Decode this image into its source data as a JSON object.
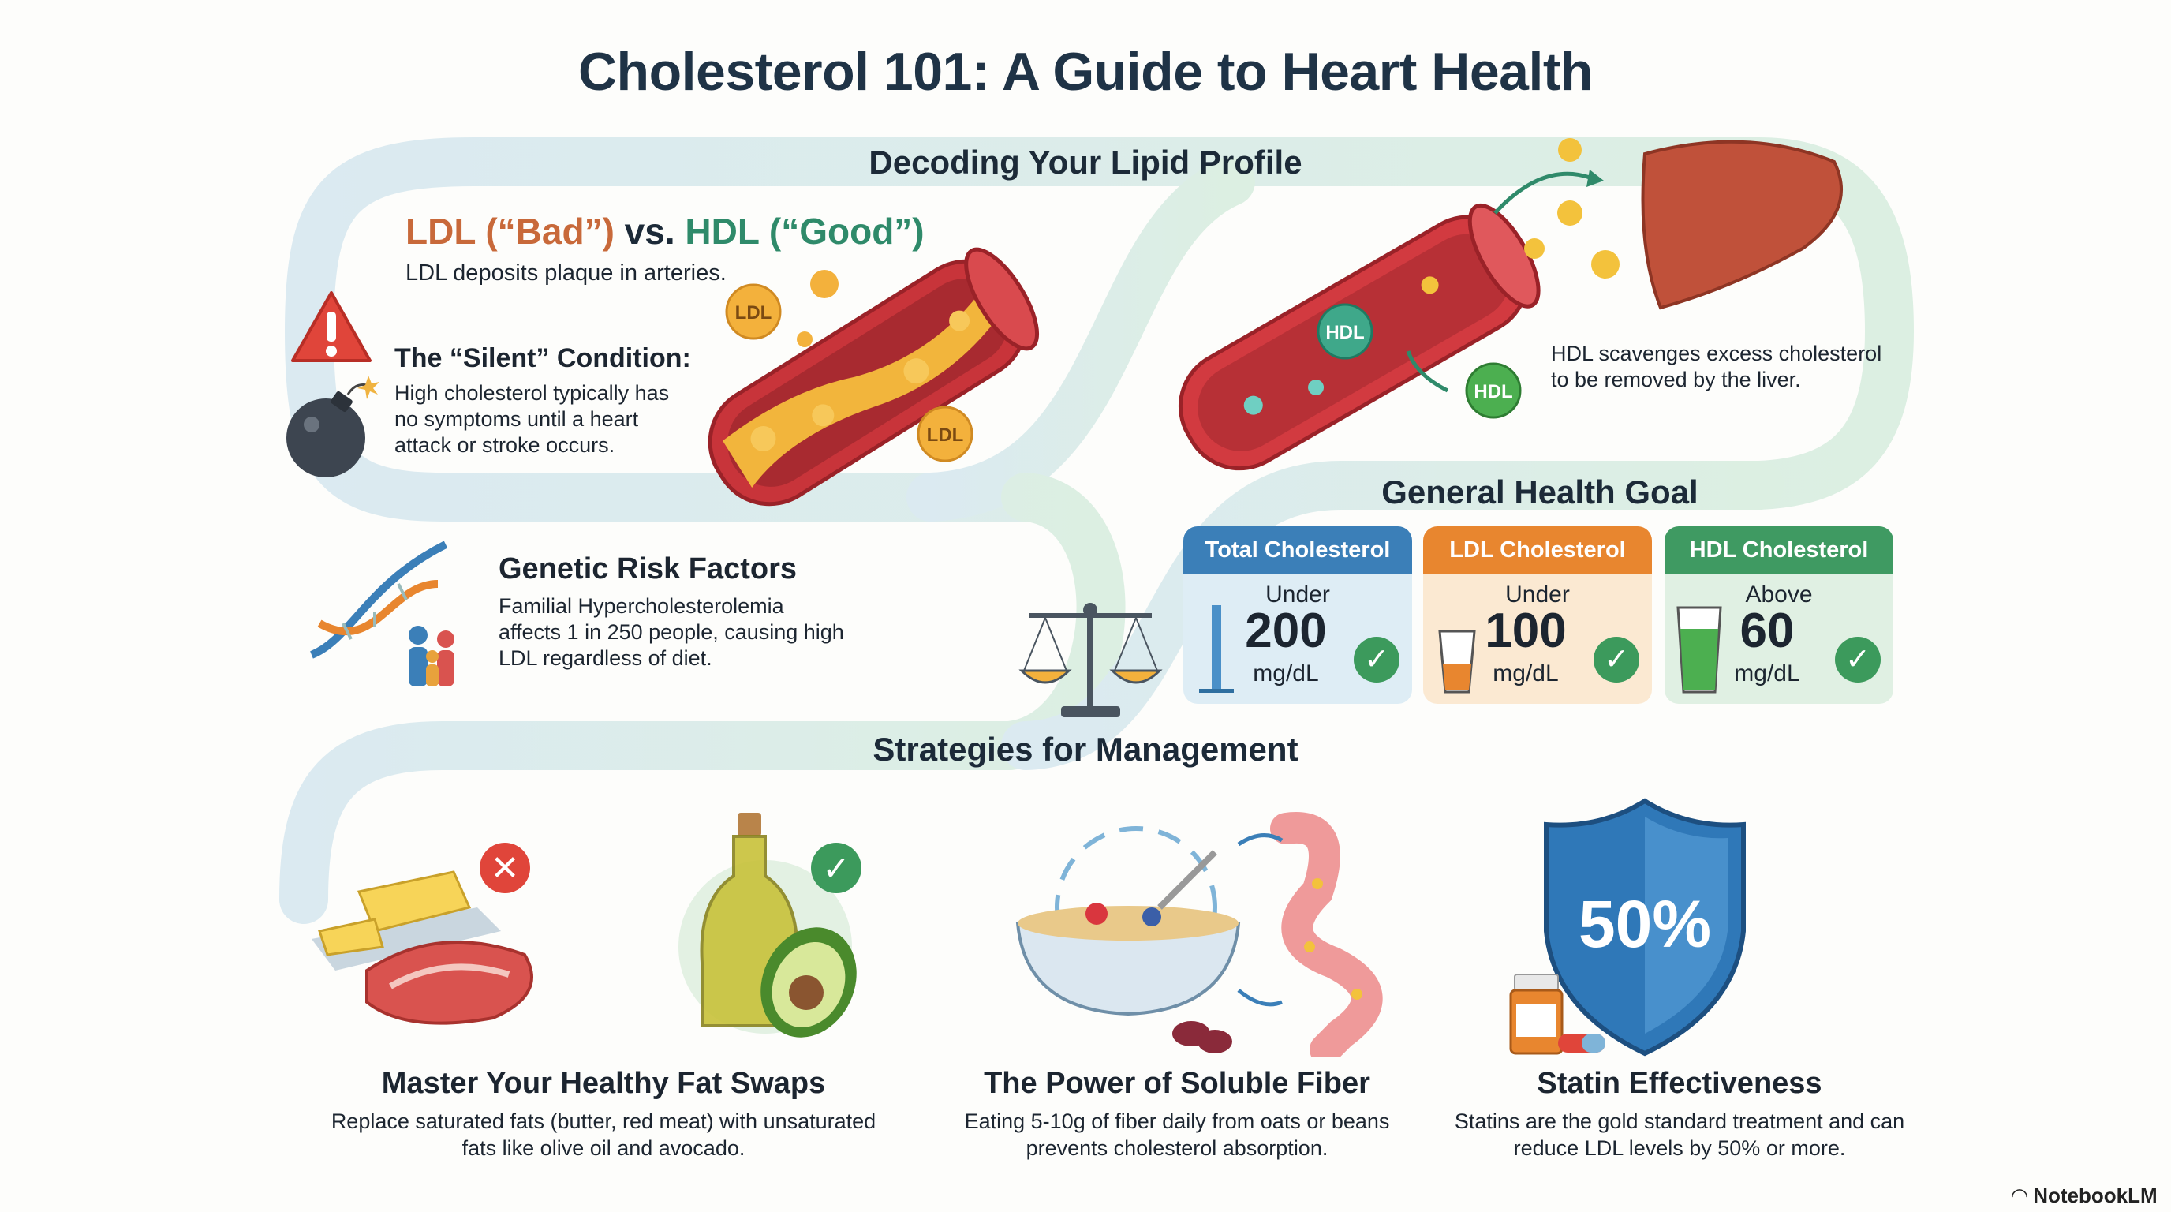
{
  "title": "Cholesterol 101: A Guide to Heart Health",
  "lipid_profile": {
    "section_title": "Decoding Your Lipid Profile",
    "heading_ldl": "LDL (“Bad”)",
    "heading_vs": " vs. ",
    "heading_hdl": "HDL (“Good”)",
    "ldl_text": "LDL deposits plaque in arteries.",
    "silent_heading": "The “Silent” Condition:",
    "silent_text": "High cholesterol typically has no symptoms until a heart attack or stroke occurs.",
    "ldl_particle_label": "LDL",
    "hdl_particle_label": "HDL",
    "hdl_text": "HDL scavenges excess cholesterol to be removed by the liver."
  },
  "genetics": {
    "heading": "Genetic Risk Factors",
    "text": "Familial Hypercholesterolemia affects 1 in 250 people, causing high LDL regardless of diet."
  },
  "health_goal": {
    "section_title": "General Health Goal",
    "cards": [
      {
        "header": "Total Cholesterol",
        "qualifier": "Under",
        "value": "200",
        "unit": "mg/dL",
        "color": "#3b7fb8",
        "bg": "#deedf5"
      },
      {
        "header": "LDL Cholesterol",
        "qualifier": "Under",
        "value": "100",
        "unit": "mg/dL",
        "color": "#e8862f",
        "bg": "#fbe9d2"
      },
      {
        "header": "HDL Cholesterol",
        "qualifier": "Above",
        "value": "60",
        "unit": "mg/dL",
        "color": "#3f9a62",
        "bg": "#e0f0e3"
      }
    ]
  },
  "strategies": {
    "section_title": "Strategies for Management",
    "items": [
      {
        "heading": "Master Your Healthy Fat Swaps",
        "text": "Replace saturated fats (butter, red meat) with unsaturated fats like olive oil and avocado."
      },
      {
        "heading": "The Power of Soluble Fiber",
        "text": "Eating 5-10g of fiber daily from oats or beans prevents cholesterol absorption."
      },
      {
        "heading": "Statin Effectiveness",
        "text": "Statins are the gold standard treatment and can reduce LDL levels by 50% or more.",
        "badge": "50%"
      }
    ]
  },
  "branding": "NotebookLM",
  "colors": {
    "ldl": "#c8693a",
    "hdl": "#2f8a6a",
    "title": "#1f3346"
  }
}
